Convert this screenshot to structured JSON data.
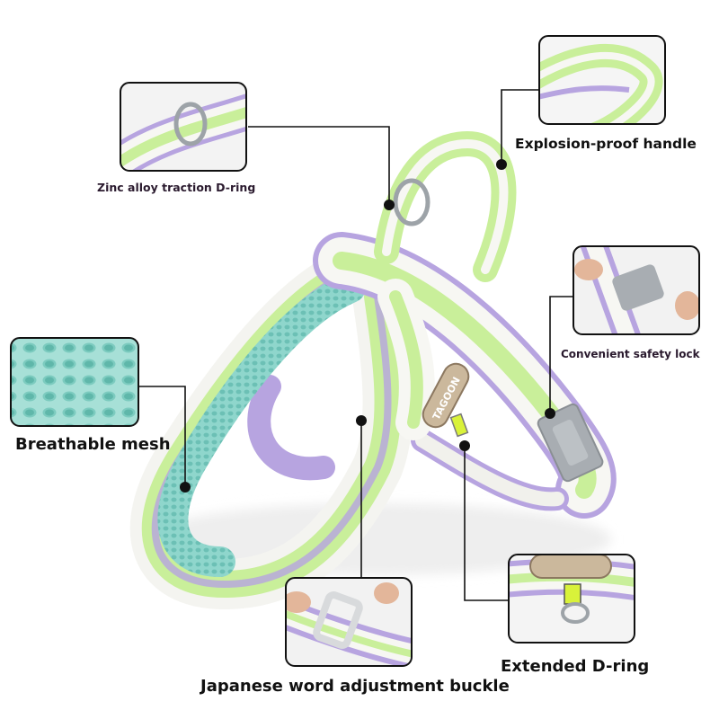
{
  "image": {
    "labels": {
      "d_ring": "Zinc alloy traction D-ring",
      "handle": "Explosion-proof handle",
      "lock": "Convenient safety lock",
      "mesh": "Breathable mesh",
      "buckle": "Japanese word adjustment buckle",
      "extended": "Extended D-ring",
      "brand": "TAGOON"
    },
    "colors": {
      "mint": "#8fd6cc",
      "mint_dark": "#6cc0b5",
      "lime": "#c9ef9a",
      "lavender": "#b7a4e0",
      "white_stripe": "#f7f7f3",
      "buckle_gray": "#a8adb2",
      "leader_line": "#111111"
    }
  }
}
